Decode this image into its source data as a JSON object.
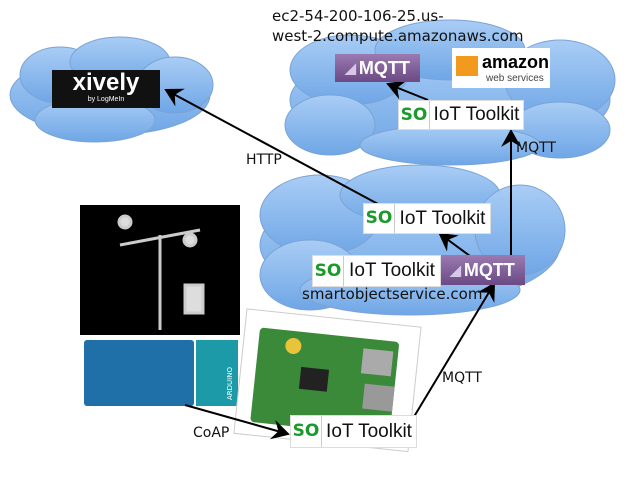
{
  "aws_host": {
    "line1": "ec2-54-200-106-25.us-",
    "line2": "west-2.compute.amazonaws.com"
  },
  "xively": {
    "name": "xively",
    "sub": "by LogMeIn"
  },
  "amazon": {
    "name": "amazon",
    "sub": "web services"
  },
  "mqtt_logo": "MQTT",
  "iot_toolkit": {
    "so": "SO",
    "label": "IoT Toolkit"
  },
  "smartobject_host": "smartobjectservice.com",
  "protocols": {
    "http": "HTTP",
    "mqtt_top": "MQTT",
    "mqtt_bottom": "MQTT",
    "coap": "CoAP"
  },
  "arduino_label": "ARDUINO",
  "colors": {
    "cloud": "#8fbcf0",
    "so_green": "#1a9a2a",
    "mqtt_purple": "#7a5a95"
  }
}
